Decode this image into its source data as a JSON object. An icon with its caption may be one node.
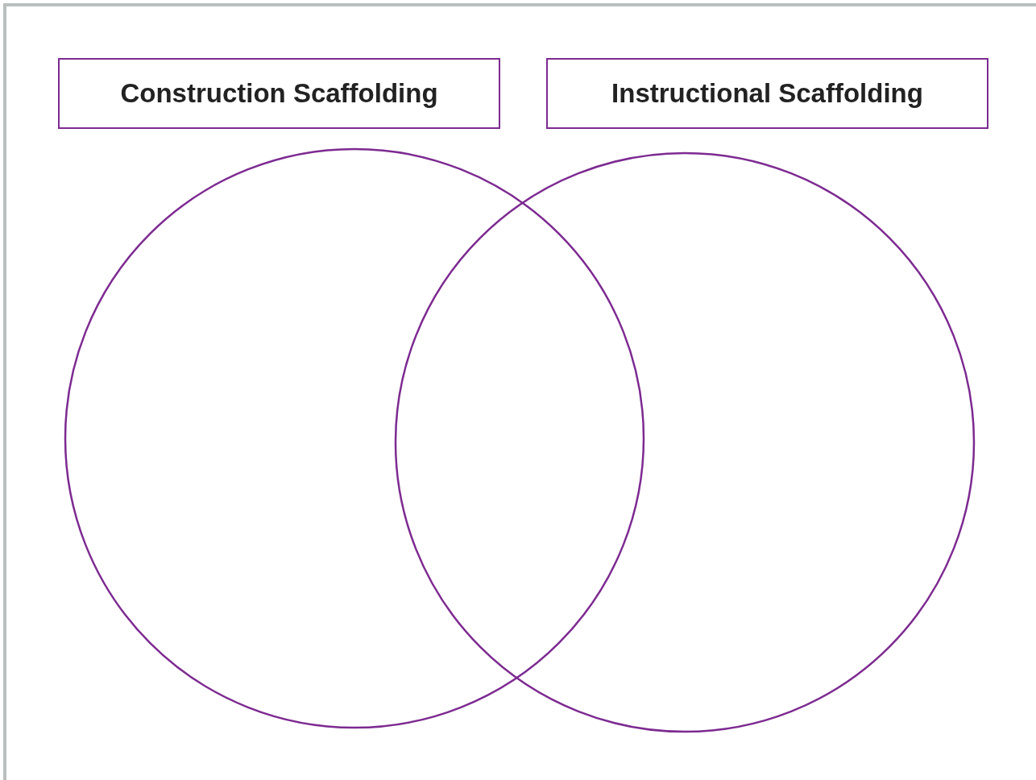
{
  "diagram": {
    "nodes": [
      {
        "text": [
          "Construction Scaffolding"
        ]
      },
      {
        "text": [
          "Instructional Scaffolding"
        ]
      },
      {
        "text": [],
        "shape": "circle"
      },
      {
        "text": [],
        "shape": "circle"
      }
    ]
  }
}
